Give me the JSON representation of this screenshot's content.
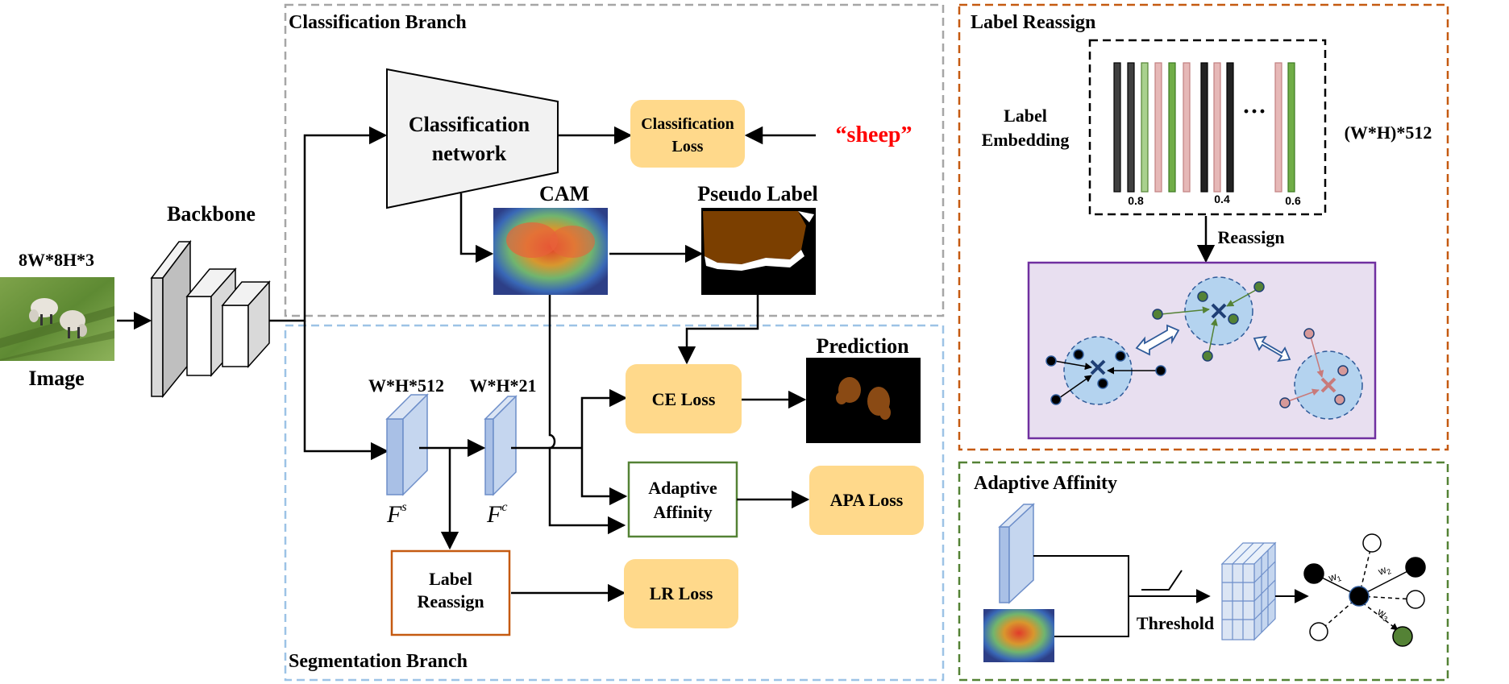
{
  "input": {
    "size": "8W*8H*3",
    "label": "Image"
  },
  "backbone": {
    "label": "Backbone"
  },
  "classification_branch": {
    "title": "Classification Branch",
    "network_line1": "Classification",
    "network_line2": "network",
    "loss_line1": "Classification",
    "loss_line2": "Loss",
    "class_text": "“sheep”",
    "cam_label": "CAM",
    "pseudo_label": "Pseudo Label"
  },
  "segmentation_branch": {
    "title": "Segmentation Branch",
    "fs_dim": "W*H*512",
    "fc_dim": "W*H*21",
    "fs_symbol": "F",
    "fs_sup": "s",
    "fc_symbol": "F",
    "fc_sup": "c",
    "ce_loss": "CE Loss",
    "prediction": "Prediction",
    "affinity_line1": "Adaptive",
    "affinity_line2": "Affinity",
    "apa_loss": "APA Loss",
    "reassign_line1": "Label",
    "reassign_line2": "Reassign",
    "lr_loss": "LR Loss"
  },
  "label_reassign_panel": {
    "title": "Label Reassign",
    "embed_line1": "Label",
    "embed_line2": "Embedding",
    "dims": "(W*H)*512",
    "ellipsis": "···",
    "val1": "0.8",
    "val2": "0.4",
    "val3": "0.6",
    "reassign": "Reassign"
  },
  "adaptive_affinity_panel": {
    "title": "Adaptive Affinity",
    "threshold": "Threshold",
    "w1": "w",
    "w1_sub": "1",
    "w2": "w",
    "w2_sub": "2",
    "w3": "w",
    "w3_sub": "3"
  },
  "colors": {
    "gray_border": "#a6a6a6",
    "blue_border": "#9dc3e6",
    "orange_border": "#c55a11",
    "green_border": "#548235",
    "loss_fill": "#ffd98b",
    "feature_fill": "#c5d6ef",
    "feature_stroke": "#6d8ec9",
    "cluster_fill": "#b4d3ef",
    "purple_panel": "#e8dff0",
    "purple_border": "#7030a0",
    "sheep_red": "#ff0000",
    "pseudo_brown": "#7b3f00",
    "green_node": "#548235",
    "pink_node": "#d69999"
  }
}
